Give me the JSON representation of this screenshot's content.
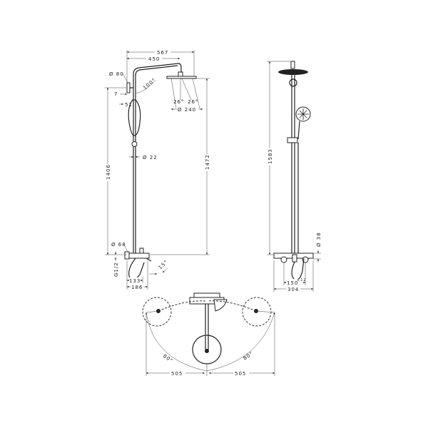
{
  "left_view": {
    "dims": {
      "overall_reach": "567",
      "arm_reach": "450",
      "flange_dia": "Ø 80",
      "arm_angle": "100°",
      "wall_gap": "7",
      "bracket_offset": "51",
      "spray_angle_left": "26°",
      "spray_angle_right": "26°",
      "head_dia": "Ø 240",
      "pipe_dia": "Ø 22",
      "pipe_height": "1406",
      "head_height": "1472",
      "mixer_flange_dia": "Ø 68",
      "thread": "G1/2",
      "spout_angle": "15°",
      "mixer_depth": "133",
      "spout_reach": "186"
    }
  },
  "right_view": {
    "dims": {
      "total_height": "1583",
      "hose_dia": "Ø 38",
      "centres": "150",
      "centres_tolerance": "±12",
      "width": "304"
    }
  },
  "top_view": {
    "dims": {
      "swivel_left": "80°",
      "swivel_right": "80°",
      "reach_left": "505",
      "reach_right": "505"
    }
  }
}
